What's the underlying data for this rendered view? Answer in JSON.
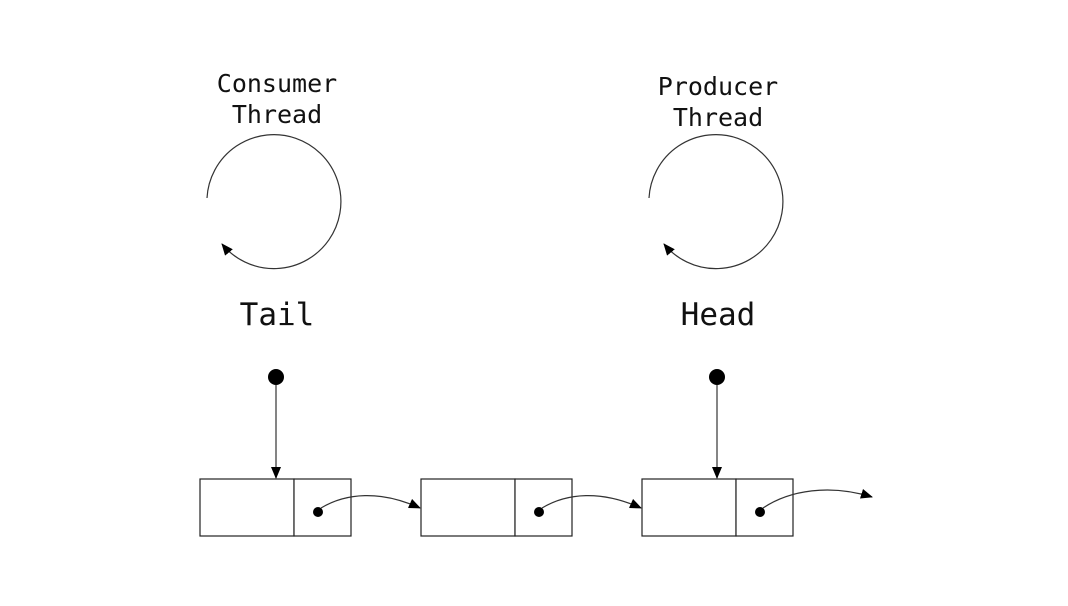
{
  "threads": {
    "consumer": {
      "line1": "Consumer",
      "line2": "Thread"
    },
    "producer": {
      "line1": "Producer",
      "line2": "Thread"
    }
  },
  "pointers": {
    "tail": "Tail",
    "head": "Head"
  },
  "nodes": [
    {
      "id": "node-1"
    },
    {
      "id": "node-2"
    },
    {
      "id": "node-3"
    }
  ],
  "colors": {
    "stroke": "#222222",
    "fill": "#000000",
    "background": "#ffffff"
  }
}
